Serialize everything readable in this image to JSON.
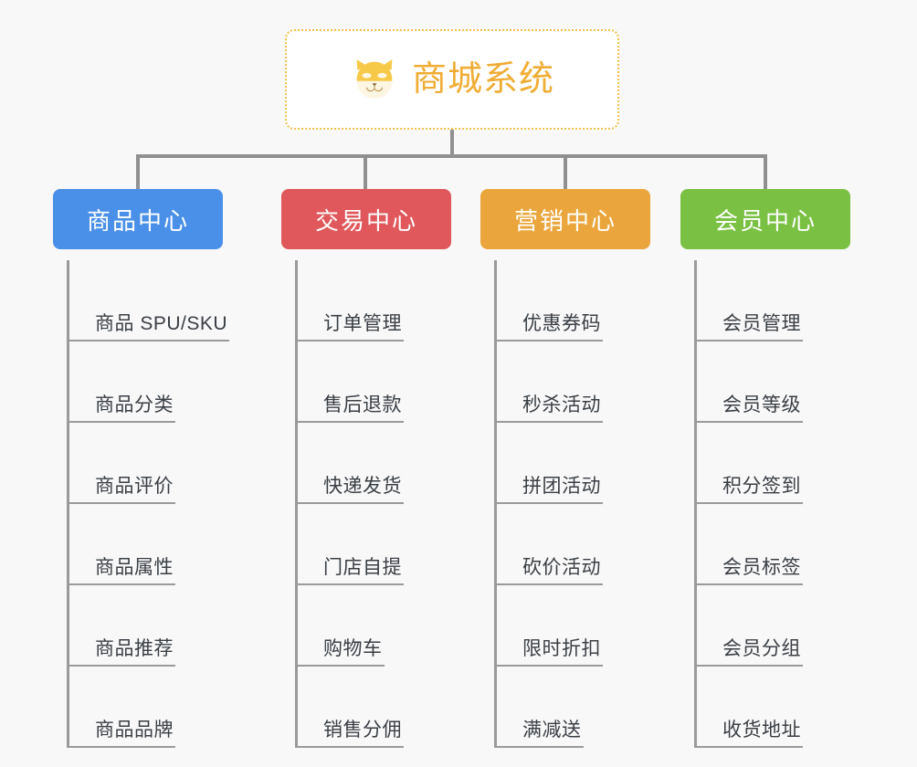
{
  "root": {
    "title": "商城系统",
    "icon": "shiba-inu-icon",
    "border_color": "#f4c04a",
    "title_color": "#f0ad35",
    "background": "#ffffff"
  },
  "page": {
    "background": "#f8f8f8",
    "connector_color": "#909090"
  },
  "groups": [
    {
      "label": "商品中心",
      "color": "#4a90e8",
      "items": [
        "商品 SPU/SKU",
        "商品分类",
        "商品评价",
        "商品属性",
        "商品推荐",
        "商品品牌"
      ]
    },
    {
      "label": "交易中心",
      "color": "#e0585b",
      "items": [
        "订单管理",
        "售后退款",
        "快递发货",
        "门店自提",
        "购物车",
        "销售分佣"
      ]
    },
    {
      "label": "营销中心",
      "color": "#eaa63c",
      "items": [
        "优惠券码",
        "秒杀活动",
        "拼团活动",
        "砍价活动",
        "限时折扣",
        "满减送"
      ]
    },
    {
      "label": "会员中心",
      "color": "#7ac143",
      "items": [
        "会员管理",
        "会员等级",
        "积分签到",
        "会员标签",
        "会员分组",
        "收货地址"
      ]
    }
  ]
}
